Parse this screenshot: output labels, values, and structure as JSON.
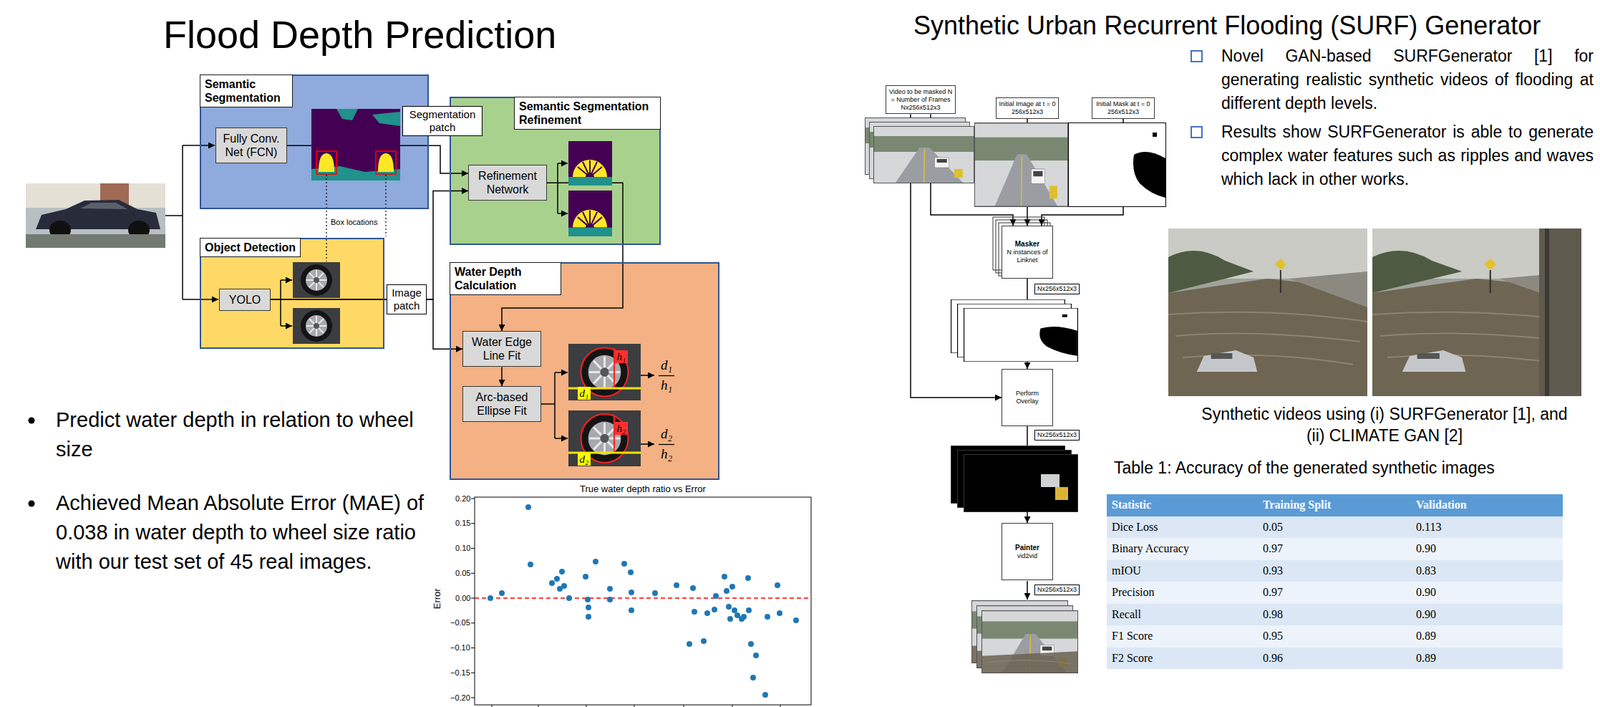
{
  "diagram": {
    "nodes": [
      {
        "text": [
          "Semantic Segmentation"
        ]
      },
      {
        "text": [
          "Fully Conv. Net (FCN)"
        ],
        "in": 0
      },
      {
        "text": [
          "Object Detection"
        ]
      },
      {
        "text": [
          "YOLO"
        ],
        "in": 2
      },
      {
        "text": [
          "Semantic Segmentation Refinement"
        ]
      },
      {
        "text": [
          "Refinement Network"
        ],
        "in": 4
      },
      {
        "text": [
          "Water Depth Calculation"
        ]
      },
      {
        "text": [
          "Water Edge Line Fit"
        ],
        "in": 6
      },
      {
        "text": [
          "Arc-based Ellipse Fit"
        ],
        "in": 6
      },
      {
        "text": [
          "Video to be masked N = Number of Frames Nx256x512x3"
        ]
      },
      {
        "text": [
          "Initial Image at t = 0 256x512x3"
        ]
      },
      {
        "text": [
          "Initial Mask at t = 0 256x512x3"
        ]
      },
      {
        "text": [
          "Masker",
          "N instances of Linknet"
        ]
      },
      {
        "text": [
          "Perform Overlay"
        ]
      },
      {
        "text": [
          "Painter",
          "vid2vid"
        ]
      }
    ],
    "edges": [
      {
        "from": 1,
        "to": 5,
        "arrow": "to",
        "label": "Segmentation patch"
      },
      {
        "from": 3,
        "to": 5,
        "arrow": "to"
      },
      {
        "from": 3,
        "to": 7,
        "arrow": "to",
        "label": "Image patch"
      },
      {
        "from": 5,
        "to": 7,
        "arrow": "to"
      },
      {
        "from": 7,
        "to": 8,
        "arrow": "to"
      },
      {
        "from": 9,
        "to": 12,
        "arrow": "to"
      },
      {
        "from": 10,
        "to": 12,
        "arrow": "to"
      },
      {
        "from": 11,
        "to": 12,
        "arrow": "to"
      },
      {
        "from": 12,
        "to": 13,
        "arrow": "to"
      },
      {
        "from": 9,
        "to": 13,
        "arrow": "to"
      },
      {
        "from": 13,
        "to": 14,
        "arrow": "to"
      }
    ],
    "labels": [
      "Flood Depth Prediction",
      "Box locations",
      "d₁",
      "h₁",
      "d₁",
      "h₁",
      "d₂",
      "h₂",
      "d₂",
      "h₂",
      "Predict water depth in relation to wheel size",
      "Achieved Mean Absolute Error (MAE) of 0.038 in water depth to wheel size ratio with our test set of 45 real images.",
      "True water depth ratio vs Error",
      "Error",
      "0.20",
      "0.15",
      "0.10",
      "0.05",
      "0.00",
      "−0.05",
      "−0.10",
      "−0.15",
      "−0.20",
      "Synthetic Urban Recurrent Flooding (SURF) Generator",
      "Nx256x512x3",
      "Nx256x512x3",
      "Nx256x512x3",
      "Novel GAN-based SURFGenerator [1] for generating realistic synthetic videos of flooding at different depth levels.",
      "Results show SURFGenerator is able to generate complex water features such as ripples and waves which lack in other works.",
      "Synthetic videos using (i) SURFGenerator [1], and (ii) CLIMATE GAN [2]",
      "Table 1: Accuracy of the generated synthetic images",
      "Statistic",
      "Training Split",
      "Validation",
      "Dice Loss",
      "0.05",
      "0.113",
      "Binary Accuracy",
      "0.97",
      "0.90",
      "mIOU",
      "0.93",
      "0.83",
      "Precision",
      "0.97",
      "0.90",
      "Recall",
      "0.98",
      "0.90",
      "F1 Score",
      "0.95",
      "0.89",
      "F2 Score",
      "0.96",
      "0.89"
    ]
  }
}
